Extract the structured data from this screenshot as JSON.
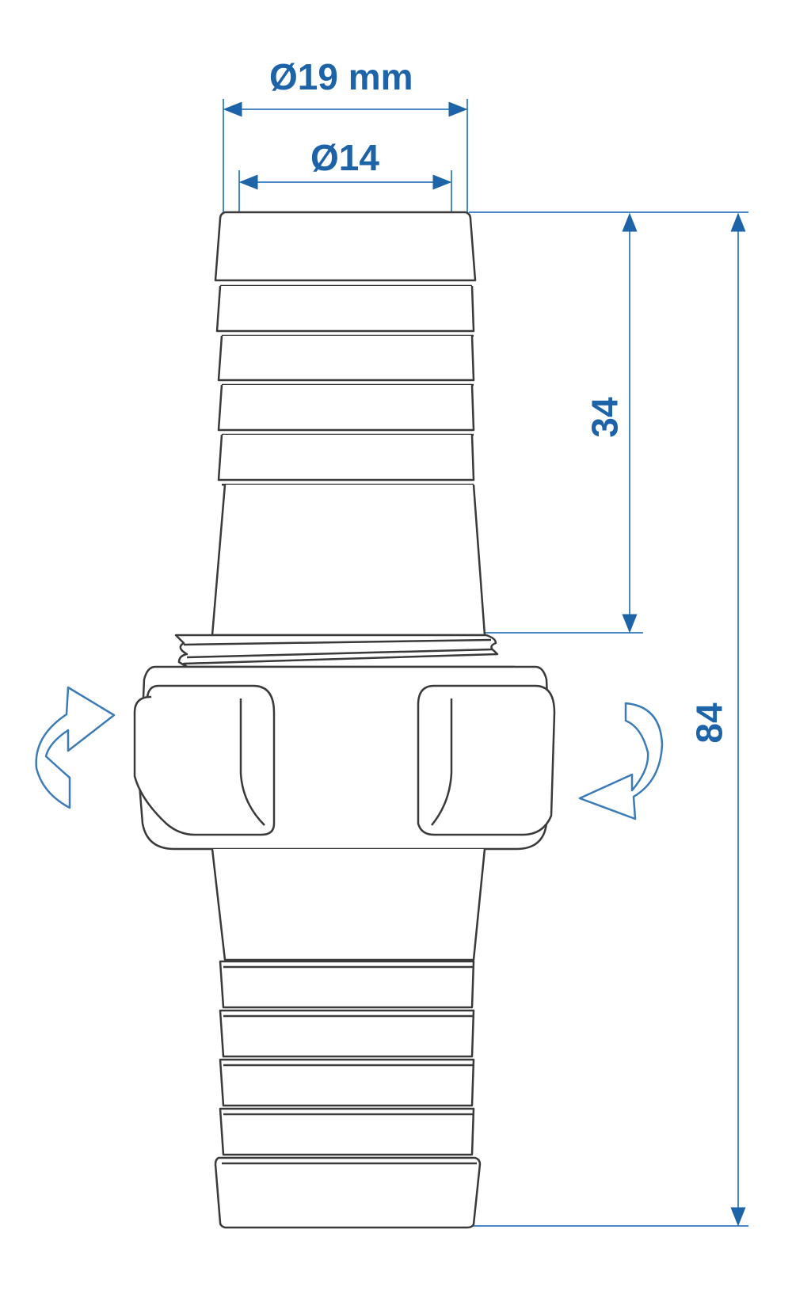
{
  "diagram": {
    "type": "technical-dimension-drawing",
    "subject": "hose connector with union nut, barbed ends",
    "colors": {
      "outline": "#3a3a3a",
      "dimension": "#1d63a8",
      "dimension_line": "#4a8ac4",
      "background": "#ffffff"
    },
    "dimensions": {
      "outer_diameter": "Ø19 mm",
      "inner_diameter": "Ø14",
      "barb_length": "34",
      "total_length": "84"
    },
    "icons": {
      "left_arrow": "rotate-arrow-up-right",
      "right_arrow": "rotate-arrow-down-left"
    }
  }
}
